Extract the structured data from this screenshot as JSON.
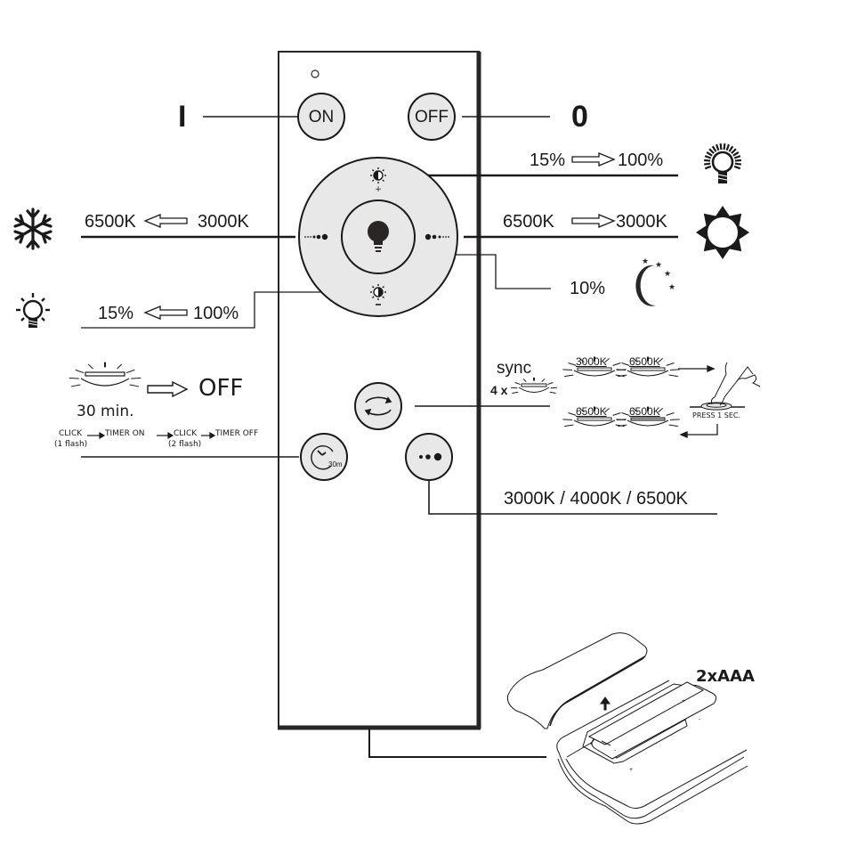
{
  "remote": {
    "buttons": {
      "on": {
        "label": "ON",
        "function": "power-on"
      },
      "off": {
        "label": "OFF",
        "function": "power-off"
      },
      "brightness_up": {
        "icon": "brightness-plus-icon",
        "sign": "+"
      },
      "brightness_down": {
        "icon": "brightness-minus-icon",
        "sign": "−"
      },
      "cct_cool": {
        "icon": "dots-left-icon"
      },
      "cct_warm": {
        "icon": "dots-right-icon"
      },
      "night": {
        "icon": "bulb-icon"
      },
      "sync": {
        "icon": "sync-arrows-icon"
      },
      "timer": {
        "icon": "clock-icon",
        "text": "30m"
      },
      "cct_cycle": {
        "icon": "three-dots-icon"
      }
    }
  },
  "annotations": {
    "on_symbol": "I",
    "off_symbol": "0",
    "brightness_up": {
      "from": "15%",
      "to": "100%"
    },
    "brightness_down": {
      "from": "15%",
      "to": "100%"
    },
    "cct_cool": {
      "from": "6500K",
      "to": "3000K"
    },
    "cct_warm": {
      "from": "6500K",
      "to": "3000K"
    },
    "night": {
      "value": "10%"
    },
    "timer": {
      "duration": "30 min.",
      "result": "OFF",
      "step1": "CLICK",
      "step1_note": "(1 flash)",
      "step2": "TIMER ON",
      "step3": "CLICK",
      "step3_note": "(2 flash)",
      "step4": "TIMER OFF"
    },
    "sync": {
      "title": "sync",
      "count": "4 x",
      "lamps": [
        "3000K",
        "6500K",
        "6500K",
        "6500K"
      ],
      "press": "PRESS 1 SEC."
    },
    "cct_cycle": {
      "value": "3000K / 4000K / 6500K"
    },
    "battery": {
      "label": "2xAAA"
    }
  },
  "icons": [
    "snowflake-icon",
    "bulb-dim-icon",
    "bulb-bright-icon",
    "sun-icon",
    "moon-stars-icon",
    "ceiling-lamp-icon",
    "finger-press-icon",
    "battery-compartment-icon"
  ]
}
